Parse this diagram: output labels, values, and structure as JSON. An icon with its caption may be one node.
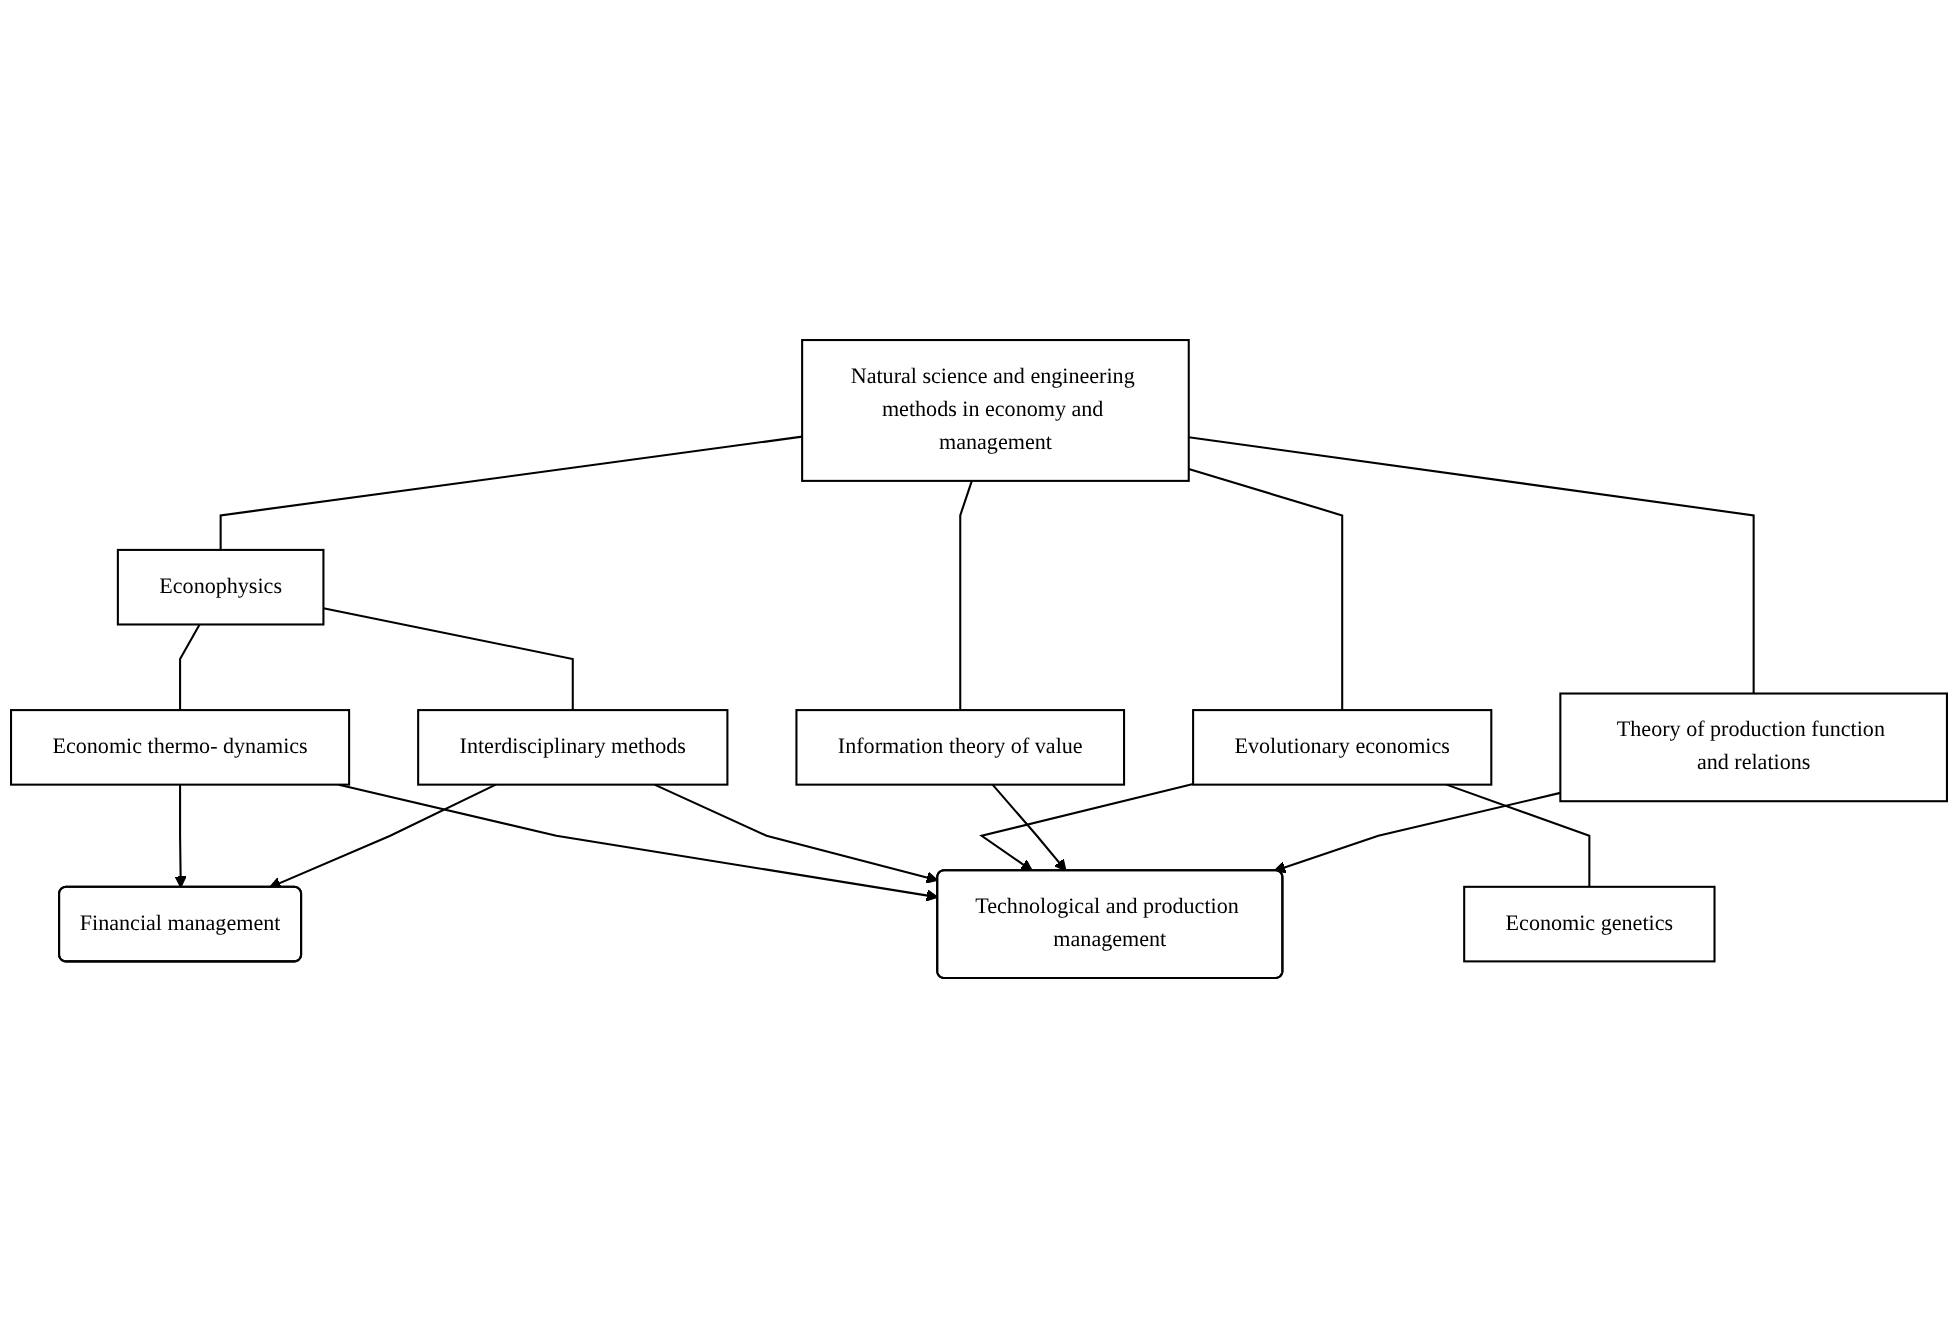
{
  "diagram": {
    "nodes": [
      {
        "text": [
          "Natural science and engineering methods in economy and management"
        ]
      },
      {
        "text": [
          "Econophysics"
        ]
      },
      {
        "text": [
          "Evolutionary economics"
        ]
      },
      {
        "text": [
          "Information theory of value"
        ]
      },
      {
        "text": [
          "Theory of production function and relations"
        ]
      },
      {
        "text": [
          "Economic thermo- dynamics"
        ]
      },
      {
        "text": [
          "Interdisciplinary methods"
        ]
      },
      {
        "text": [
          "Economic genetics"
        ]
      },
      {
        "text": [
          "Technological and production management"
        ]
      },
      {
        "text": [
          "Financial management"
        ]
      }
    ],
    "edges": [
      {
        "from": 0,
        "to": 1,
        "arrow": "none"
      },
      {
        "from": 0,
        "to": 2,
        "arrow": "none"
      },
      {
        "from": 0,
        "to": 3,
        "arrow": "none"
      },
      {
        "from": 0,
        "to": 4,
        "arrow": "none"
      },
      {
        "from": 1,
        "to": 5,
        "arrow": "none"
      },
      {
        "from": 1,
        "to": 6,
        "arrow": "none"
      },
      {
        "from": 2,
        "to": 7,
        "arrow": "none"
      },
      {
        "from": 5,
        "to": 9,
        "arrow": "to"
      },
      {
        "from": 5,
        "to": 8,
        "arrow": "to"
      },
      {
        "from": 6,
        "to": 9,
        "arrow": "to"
      },
      {
        "from": 6,
        "to": 8,
        "arrow": "to"
      },
      {
        "from": 2,
        "to": 8,
        "arrow": "to"
      },
      {
        "from": 3,
        "to": 8,
        "arrow": "to"
      },
      {
        "from": 4,
        "to": 8,
        "arrow": "to"
      }
    ]
  }
}
